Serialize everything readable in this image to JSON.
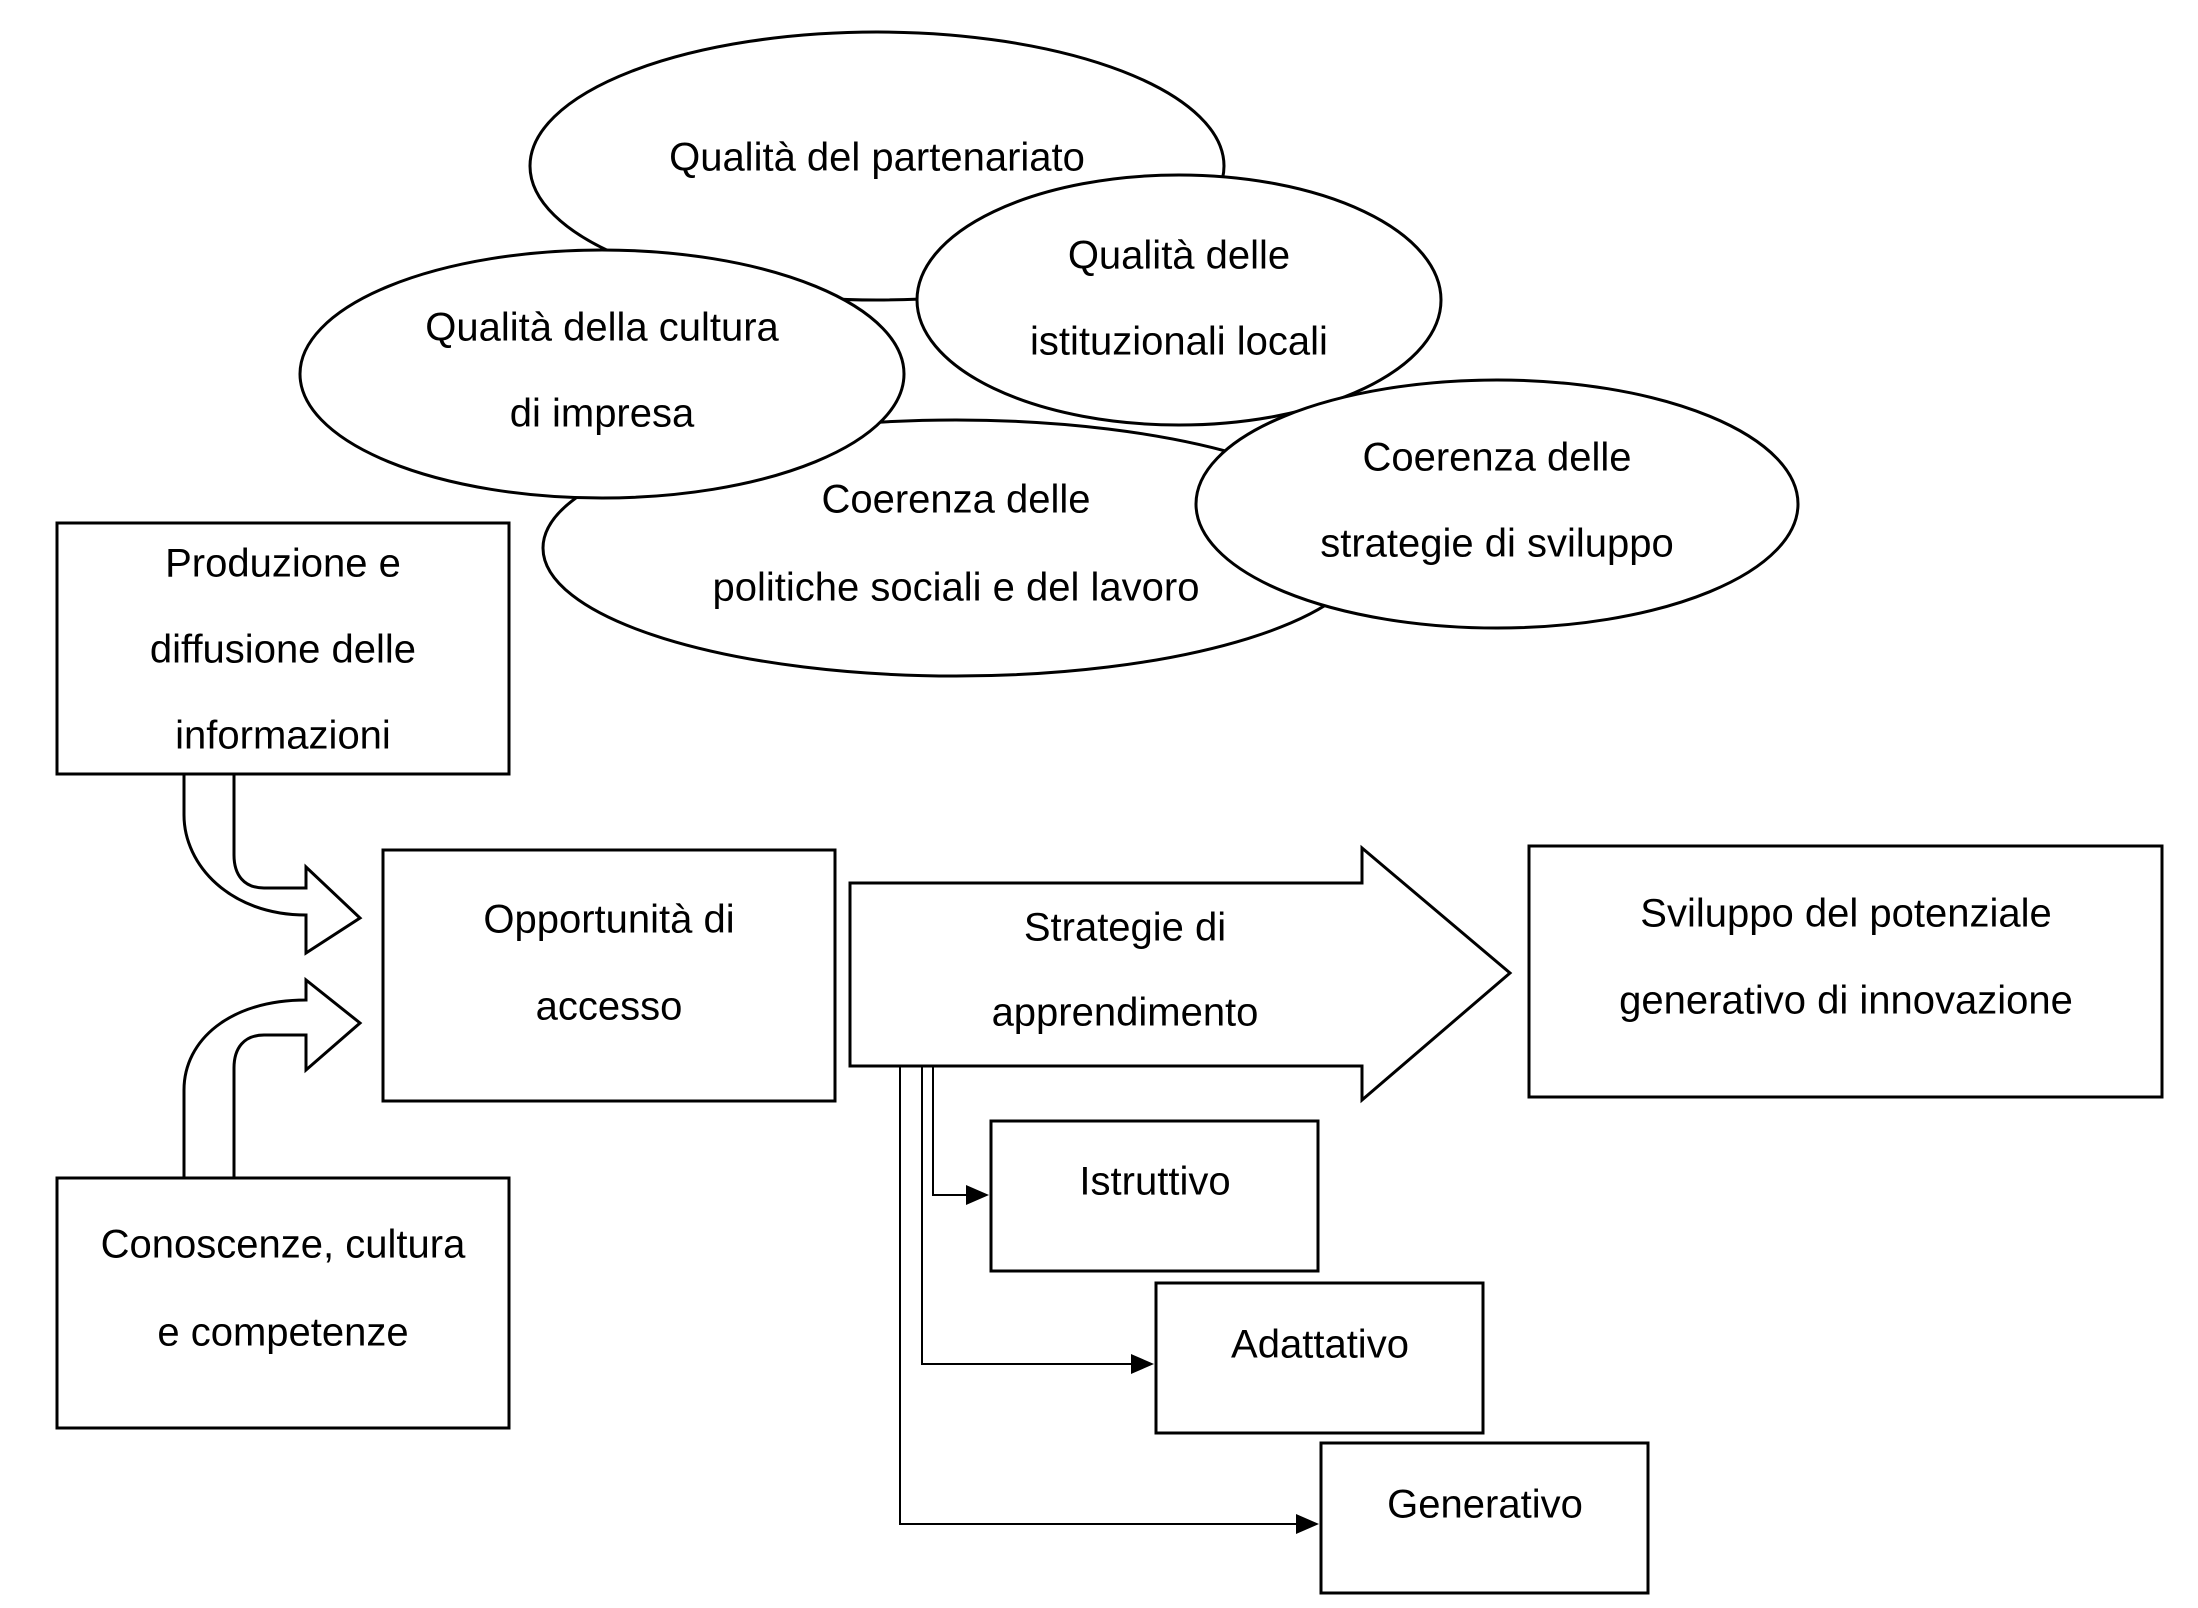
{
  "ellipses": {
    "partenariato": [
      "Qualità del partenariato"
    ],
    "istituzioni": [
      "Qualità delle",
      "istituzionali locali"
    ],
    "cultura_impresa": [
      "Qualità della cultura",
      "di impresa"
    ],
    "politiche": [
      "Coerenza delle",
      "politiche sociali e del lavoro"
    ],
    "strategie_sviluppo": [
      "Coerenza delle",
      "strategie di sviluppo"
    ]
  },
  "boxes": {
    "produzione": [
      "Produzione e",
      "diffusione delle",
      "informazioni"
    ],
    "conoscenze": [
      "Conoscenze, cultura",
      "e competenze"
    ],
    "opportunita": [
      "Opportunità di",
      "accesso"
    ],
    "sviluppo": [
      "Sviluppo del potenziale",
      "generativo di innovazione"
    ],
    "istruttivo": [
      "Istruttivo"
    ],
    "adattativo": [
      "Adattativo"
    ],
    "generativo": [
      "Generativo"
    ]
  },
  "big_arrow": [
    "Strategie di",
    "apprendimento"
  ]
}
